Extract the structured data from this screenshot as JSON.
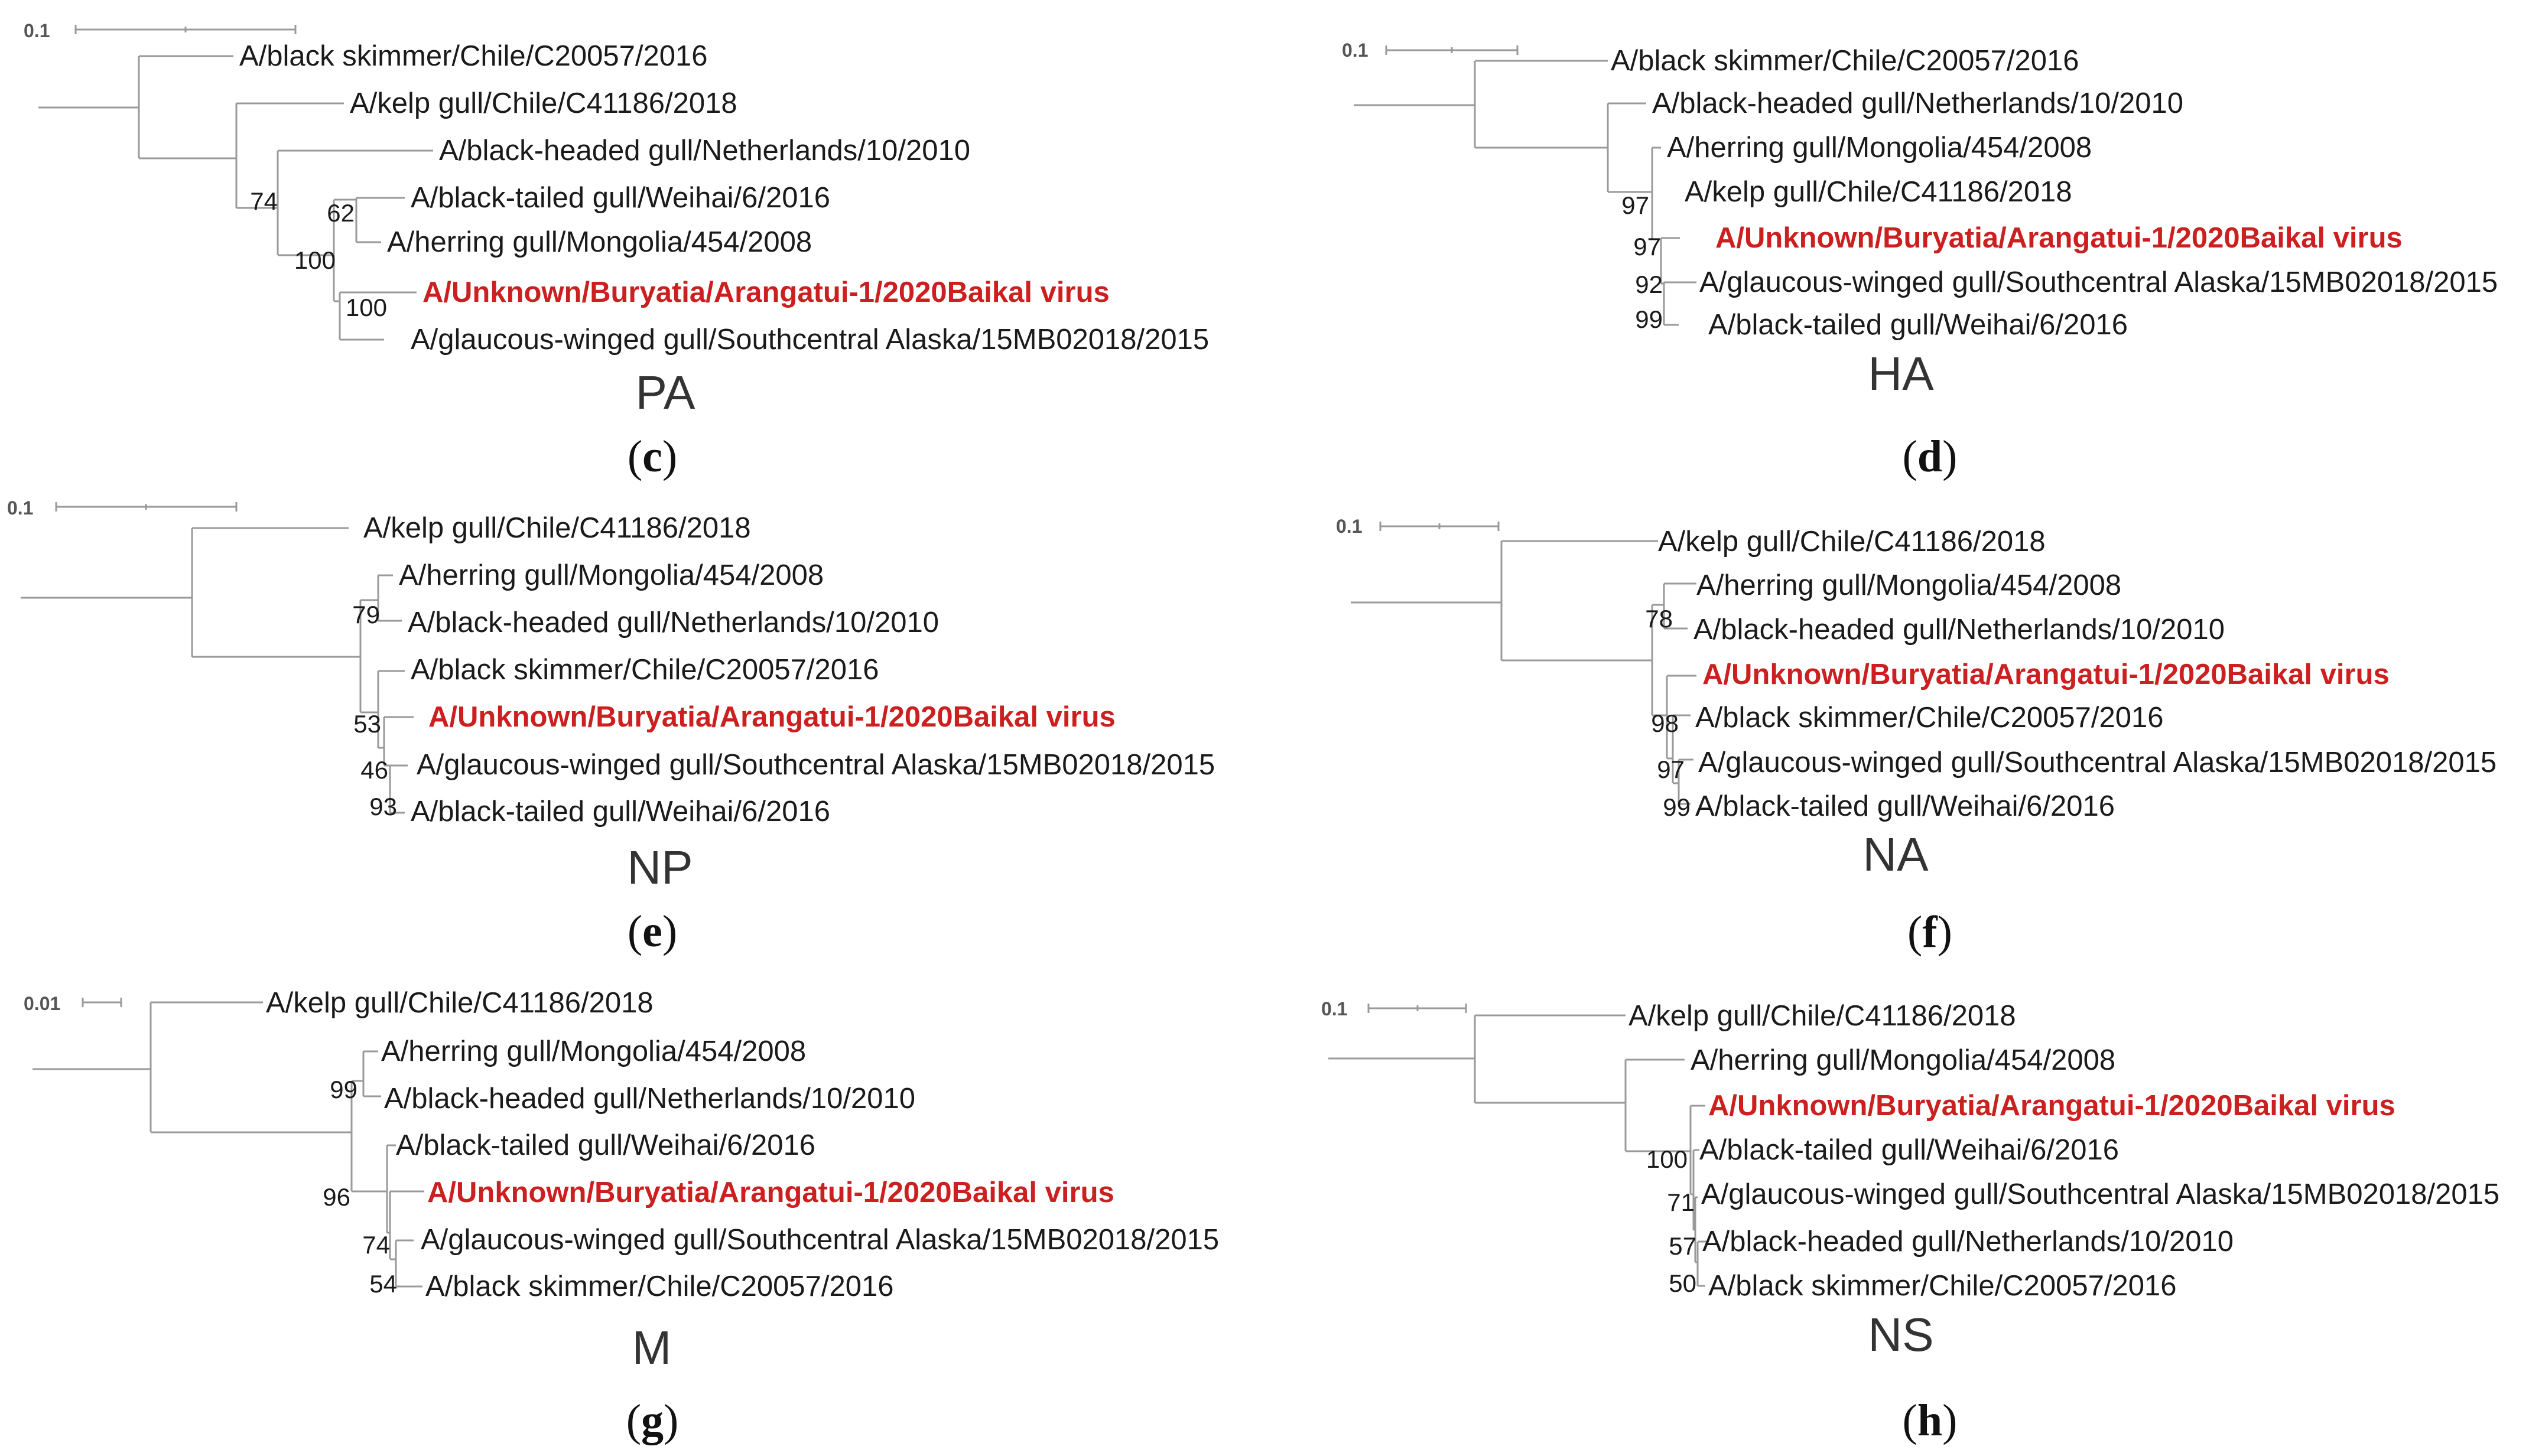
{
  "panels": [
    {
      "id": "c",
      "gene": "PA",
      "scale": "0.1",
      "leaves": [
        "A/black skimmer/Chile/C20057/2016",
        "A/kelp gull/Chile/C41186/2018",
        "A/black-headed gull/Netherlands/10/2010",
        "A/black-tailed gull/Weihai/6/2016",
        "A/herring gull/Mongolia/454/2008",
        "A/Unknown/Buryatia/Arangatui-1/2020Baikal virus",
        "A/glaucous-winged gull/Southcentral Alaska/15MB02018/2015"
      ],
      "highlight_index": 5,
      "bootstrap": [
        "74",
        "62",
        "100",
        "100"
      ]
    },
    {
      "id": "d",
      "gene": "HA",
      "scale": "0.1",
      "leaves": [
        "A/black skimmer/Chile/C20057/2016",
        "A/black-headed gull/Netherlands/10/2010",
        "A/herring gull/Mongolia/454/2008",
        "A/kelp gull/Chile/C41186/2018",
        "A/Unknown/Buryatia/Arangatui-1/2020Baikal virus",
        "A/glaucous-winged gull/Southcentral Alaska/15MB02018/2015",
        "A/black-tailed gull/Weihai/6/2016"
      ],
      "highlight_index": 4,
      "bootstrap": [
        "97",
        "97",
        "92",
        "99"
      ]
    },
    {
      "id": "e",
      "gene": "NP",
      "scale": "0.1",
      "leaves": [
        "A/kelp gull/Chile/C41186/2018",
        "A/herring gull/Mongolia/454/2008",
        "A/black-headed gull/Netherlands/10/2010",
        "A/black skimmer/Chile/C20057/2016",
        "A/Unknown/Buryatia/Arangatui-1/2020Baikal virus",
        "A/glaucous-winged gull/Southcentral Alaska/15MB02018/2015",
        "A/black-tailed gull/Weihai/6/2016"
      ],
      "highlight_index": 4,
      "bootstrap": [
        "79",
        "53",
        "46",
        "93"
      ]
    },
    {
      "id": "f",
      "gene": "NA",
      "scale": "0.1",
      "leaves": [
        "A/kelp gull/Chile/C41186/2018",
        "A/herring gull/Mongolia/454/2008",
        "A/black-headed gull/Netherlands/10/2010",
        "A/Unknown/Buryatia/Arangatui-1/2020Baikal virus",
        "A/black skimmer/Chile/C20057/2016",
        "A/glaucous-winged gull/Southcentral Alaska/15MB02018/2015",
        "A/black-tailed gull/Weihai/6/2016"
      ],
      "highlight_index": 3,
      "bootstrap": [
        "78",
        "98",
        "97",
        "99"
      ]
    },
    {
      "id": "g",
      "gene": "M",
      "scale": "0.01",
      "leaves": [
        "A/kelp gull/Chile/C41186/2018",
        "A/herring gull/Mongolia/454/2008",
        "A/black-headed gull/Netherlands/10/2010",
        "A/black-tailed gull/Weihai/6/2016",
        "A/Unknown/Buryatia/Arangatui-1/2020Baikal virus",
        "A/glaucous-winged gull/Southcentral Alaska/15MB02018/2015",
        "A/black skimmer/Chile/C20057/2016"
      ],
      "highlight_index": 4,
      "bootstrap": [
        "99",
        "96",
        "74",
        "54"
      ]
    },
    {
      "id": "h",
      "gene": "NS",
      "scale": "0.1",
      "leaves": [
        "A/kelp gull/Chile/C41186/2018",
        "A/herring gull/Mongolia/454/2008",
        "A/Unknown/Buryatia/Arangatui-1/2020Baikal virus",
        "A/black-tailed gull/Weihai/6/2016",
        "A/glaucous-winged gull/Southcentral Alaska/15MB02018/2015",
        "A/black-headed gull/Netherlands/10/2010",
        "A/black skimmer/Chile/C20057/2016"
      ],
      "highlight_index": 2,
      "bootstrap": [
        "100",
        "71",
        "57",
        "50"
      ]
    }
  ],
  "colors": {
    "highlight": "#cc1f1f",
    "branch": "#9a9a9a",
    "text": "#1a1a1a"
  }
}
